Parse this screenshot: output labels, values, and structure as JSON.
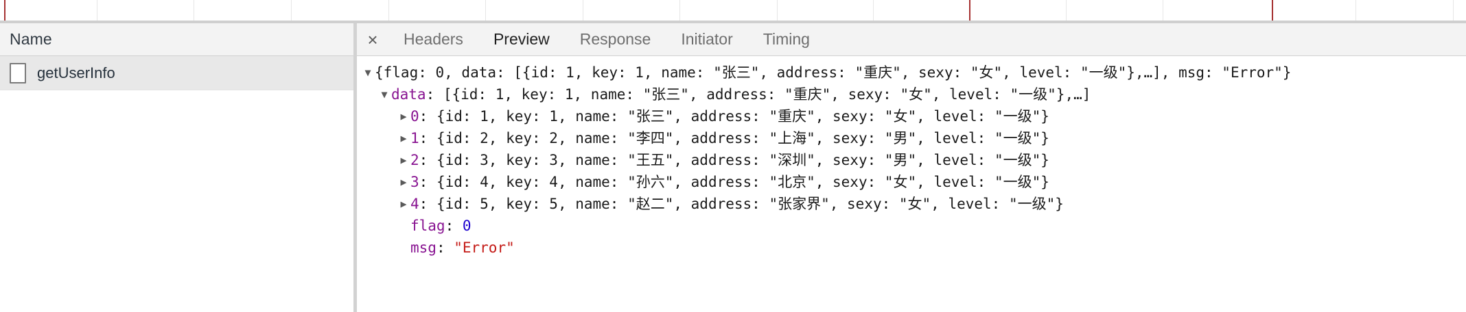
{
  "overview": {
    "gridline_color": "#e6e6e6",
    "event_color": "#a63232",
    "gridlines": [
      6,
      141,
      282,
      424,
      566,
      707,
      849,
      990,
      1132,
      1272,
      1553,
      1694,
      1975,
      2117
    ],
    "event_markers": [
      6,
      1412,
      1853
    ]
  },
  "request_list": {
    "column_header": "Name",
    "rows": [
      {
        "name": "getUserInfo",
        "icon": "document-icon",
        "selected": true
      }
    ]
  },
  "detail": {
    "close_label": "×",
    "tabs": [
      {
        "id": "headers",
        "label": "Headers",
        "active": false
      },
      {
        "id": "preview",
        "label": "Preview",
        "active": true
      },
      {
        "id": "response",
        "label": "Response",
        "active": false
      },
      {
        "id": "initiator",
        "label": "Initiator",
        "active": false
      },
      {
        "id": "timing",
        "label": "Timing",
        "active": false
      }
    ]
  },
  "preview": {
    "root_summary": "{flag: 0, data: [{id: 1, key: 1, name: \"张三\", address: \"重庆\", sexy: \"女\", level: \"一级\"},…], msg: \"Error\"}",
    "data_key": "data",
    "data_summary": ": [{id: 1, key: 1, name: \"张三\", address: \"重庆\", sexy: \"女\", level: \"一级\"},…]",
    "items": [
      {
        "index": "0",
        "summary": ": {id: 1, key: 1, name: \"张三\", address: \"重庆\", sexy: \"女\", level: \"一级\"}"
      },
      {
        "index": "1",
        "summary": ": {id: 2, key: 2, name: \"李四\", address: \"上海\", sexy: \"男\", level: \"一级\"}"
      },
      {
        "index": "2",
        "summary": ": {id: 3, key: 3, name: \"王五\", address: \"深圳\", sexy: \"男\", level: \"一级\"}"
      },
      {
        "index": "3",
        "summary": ": {id: 4, key: 4, name: \"孙六\", address: \"北京\", sexy: \"女\", level: \"一级\"}"
      },
      {
        "index": "4",
        "summary": ": {id: 5, key: 5, name: \"赵二\", address: \"张家界\", sexy: \"女\", level: \"一级\"}"
      }
    ],
    "flag_key": "flag",
    "flag_sep": ": ",
    "flag_value": "0",
    "msg_key": "msg",
    "msg_sep": ": ",
    "msg_value": "\"Error\"",
    "expanded_glyph": "▼",
    "collapsed_glyph": "▶"
  },
  "colors": {
    "key": "#881391",
    "string": "#c41a16",
    "number": "#1c00cf",
    "text": "#1a1a1a",
    "panel_bg": "#f3f3f3",
    "selected_row": "#e8e8e8"
  }
}
